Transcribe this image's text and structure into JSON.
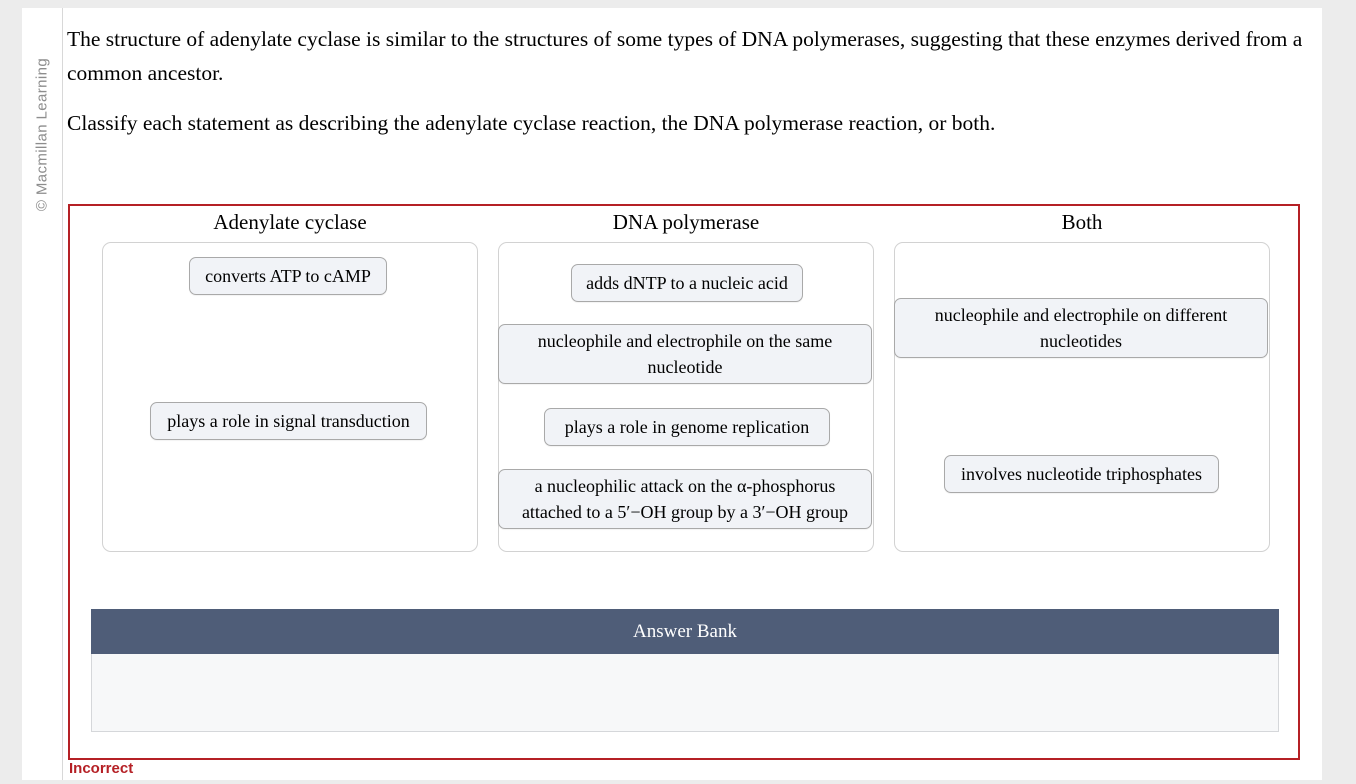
{
  "copyright": {
    "text": "© Macmillan Learning"
  },
  "prompt": {
    "paragraph1": "The structure of adenylate cyclase is similar to the structures of some types of DNA polymerases, suggesting that these enzymes derived from a common ancestor.",
    "paragraph2": "Classify each statement as describing the adenylate cyclase reaction, the DNA polymerase reaction, or both."
  },
  "columns": [
    {
      "title": "Adenylate cyclase",
      "tiles": [
        {
          "label": "converts ATP to cAMP"
        },
        {
          "label": "plays a role in signal transduction"
        }
      ]
    },
    {
      "title": "DNA polymerase",
      "tiles": [
        {
          "label": "adds dNTP to a nucleic acid"
        },
        {
          "label": "nucleophile and electrophile on the same nucleotide"
        },
        {
          "label": "plays a role in genome replication"
        },
        {
          "label": "a nucleophilic attack on the α-phosphorus attached to a 5′−OH group by a 3′−OH group"
        }
      ]
    },
    {
      "title": "Both",
      "tiles": [
        {
          "label": "nucleophile and electrophile on different nucleotides"
        },
        {
          "label": "involves nucleotide triphosphates"
        }
      ]
    }
  ],
  "answer_bank": {
    "header": "Answer Bank",
    "tiles": []
  },
  "status": {
    "label": "Incorrect",
    "color": "#b52025"
  },
  "colors": {
    "panel_border": "#b52025",
    "answer_bank_header": "#4f5d78",
    "tile_fill": "#f1f3f7",
    "tile_border": "#a9a9a9",
    "drop_zone_border": "#d2d2d2",
    "page_background": "#ececec",
    "card_background": "#ffffff"
  }
}
